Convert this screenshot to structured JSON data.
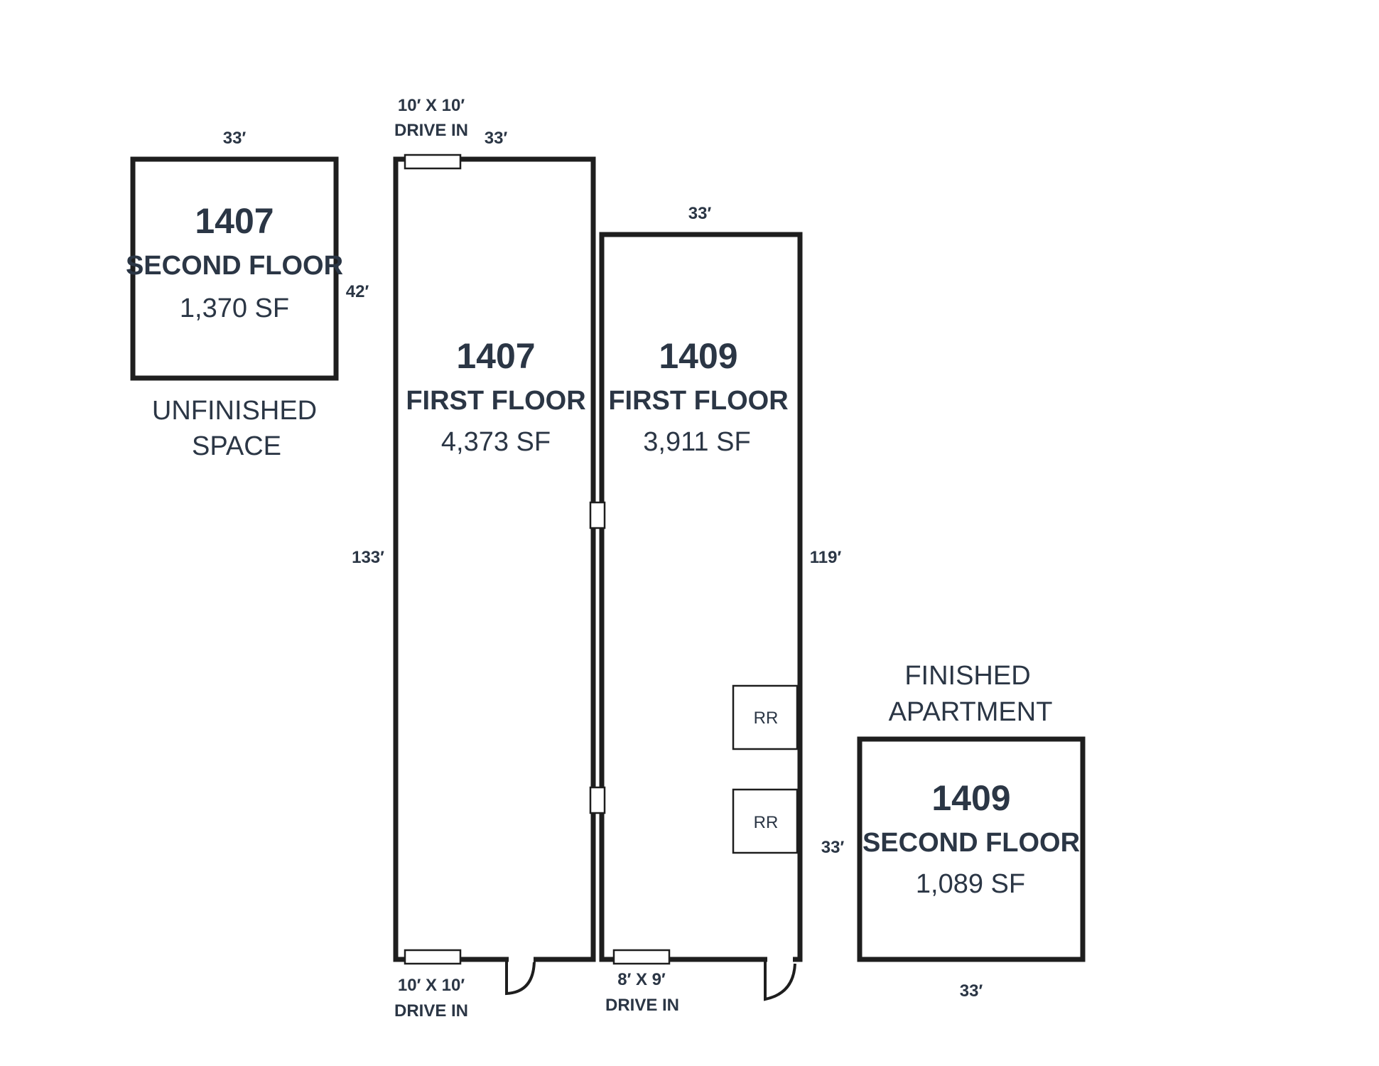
{
  "units": {
    "u1407_second": {
      "number": "1407",
      "floor": "SECOND FLOOR",
      "area": "1,370 SF",
      "caption_line1": "UNFINISHED",
      "caption_line2": "SPACE",
      "width_dim": "33′",
      "depth_dim": "42′"
    },
    "u1407_first": {
      "number": "1407",
      "floor": "FIRST FLOOR",
      "area": "4,373 SF",
      "width_dim": "33′",
      "depth_dim": "133′",
      "top_door_line1": "10′ X 10′",
      "top_door_line2": "DRIVE IN",
      "bottom_door_line1": "10′ X 10′",
      "bottom_door_line2": "DRIVE IN"
    },
    "u1409_first": {
      "number": "1409",
      "floor": "FIRST FLOOR",
      "area": "3,911 SF",
      "width_dim": "33′",
      "depth_dim": "119′",
      "bottom_door_line1": "8′ X 9′",
      "bottom_door_line2": "DRIVE IN",
      "restroom_1": "RR",
      "restroom_2": "RR"
    },
    "u1409_second": {
      "number": "1409",
      "floor": "SECOND FLOOR",
      "area": "1,089 SF",
      "caption_line1": "FINISHED",
      "caption_line2": "APARTMENT",
      "width_dim": "33′",
      "depth_dim": "33′"
    }
  },
  "colors": {
    "text": "#2b3645",
    "walls": "#1e1e1e",
    "background": "#ffffff"
  }
}
